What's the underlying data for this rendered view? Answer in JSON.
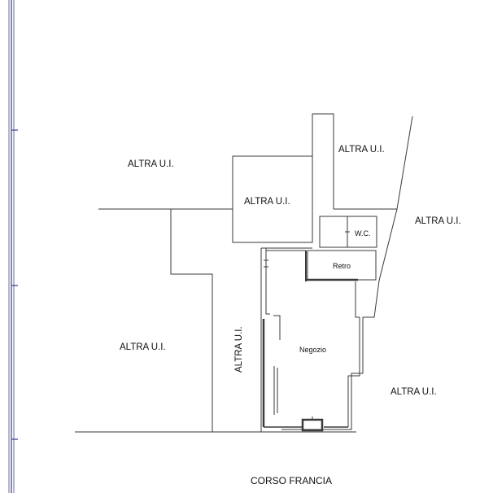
{
  "plan": {
    "labels": {
      "altra_nw": "ALTRA U.I.",
      "altra_top_right": "ALTRA U.I.",
      "altra_center_block": "ALTRA U.I.",
      "altra_right": "ALTRA U.I.",
      "altra_sw": "ALTRA U.I.",
      "altra_vertical": "ALTRA U.I.",
      "altra_se": "ALTRA U.I.",
      "wc": "W.C.",
      "retro": "Retro",
      "negozio": "Negozio",
      "street": "CORSO FRANCIA"
    },
    "colors": {
      "line": "#3a3a3a",
      "frame": "#4a4aa0",
      "wall_fill": "#9a9a9a"
    }
  }
}
